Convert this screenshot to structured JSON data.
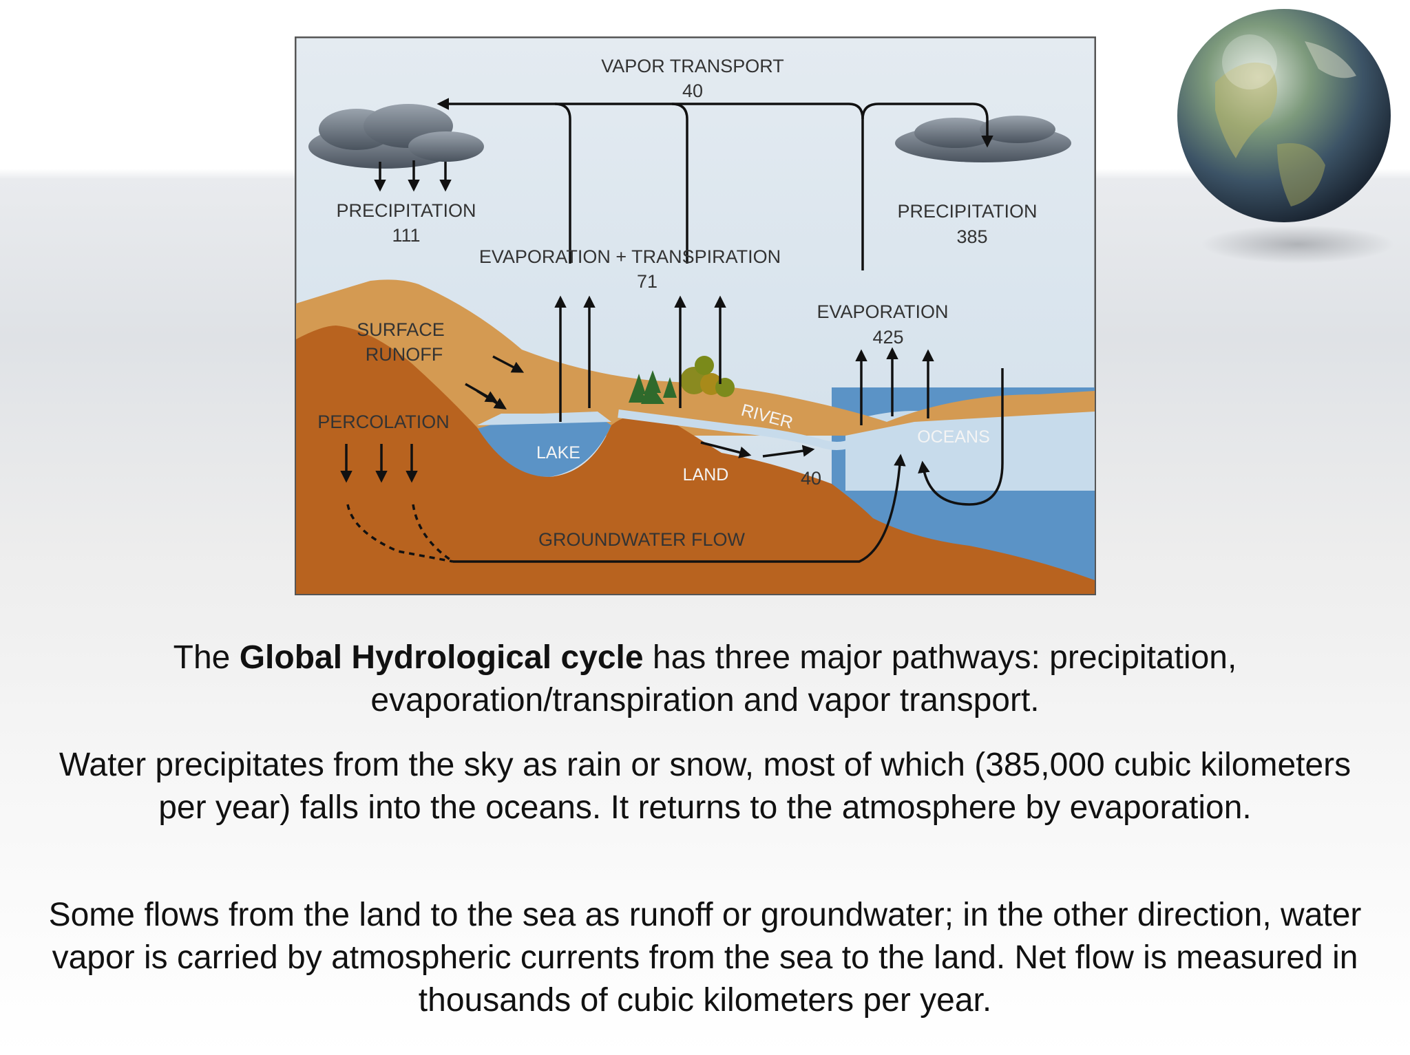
{
  "diagram": {
    "vapor_transport": {
      "label": "VAPOR TRANSPORT",
      "value": "40"
    },
    "precipitation_land": {
      "label": "PRECIPITATION",
      "value": "111"
    },
    "precipitation_ocean": {
      "label": "PRECIPITATION",
      "value": "385"
    },
    "evapotranspiration": {
      "label": "EVAPORATION + TRANSPIRATION",
      "value": "71"
    },
    "evaporation_ocean": {
      "label": "EVAPORATION",
      "value": "425"
    },
    "surface_runoff": {
      "line1": "SURFACE",
      "line2": "RUNOFF"
    },
    "percolation": "PERCOLATION",
    "lake": "LAKE",
    "land": "LAND",
    "river": "RIVER",
    "river_value": "40",
    "oceans": "OCEANS",
    "groundwater_flow": "GROUNDWATER FLOW"
  },
  "text": {
    "p1_pre": "The ",
    "p1_bold": "Global Hydrological cycle",
    "p1_post": " has three major pathways: precipitation, evaporation/transpiration and vapor transport.",
    "p2": "Water precipitates from the sky as rain or snow, most of which (385,000 cubic kilometers per year) falls into the oceans. It returns to the atmosphere by evaporation.",
    "p3": "Some flows from the land to the sea as runoff or groundwater; in the other direction, water vapor is carried by atmospheric currents from the sea to the land. Net flow is measured in thousands of cubic kilometers per year."
  },
  "colors": {
    "sky": "#d6e3ee",
    "ocean": "#5b93c6",
    "land_light": "#d49a52",
    "land_dark": "#b8631f",
    "cloud": "#5e6874"
  }
}
